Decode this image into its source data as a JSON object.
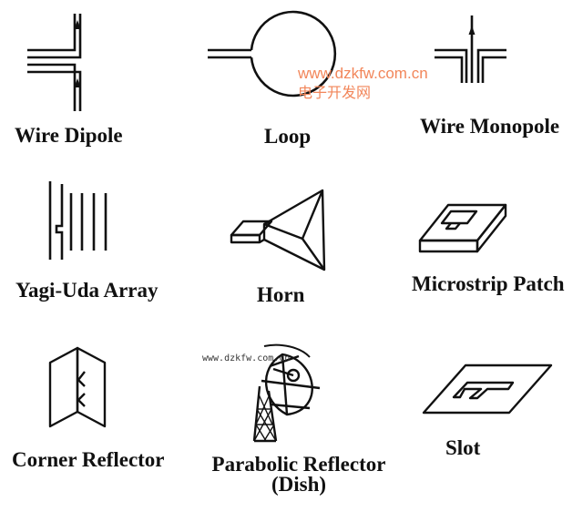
{
  "antennas": [
    {
      "id": "wire-dipole",
      "label": "Wire Dipole"
    },
    {
      "id": "loop",
      "label": "Loop"
    },
    {
      "id": "wire-monopole",
      "label": "Wire Monopole"
    },
    {
      "id": "yagi-uda",
      "label": "Yagi-Uda Array"
    },
    {
      "id": "horn",
      "label": "Horn"
    },
    {
      "id": "microstrip-patch",
      "label": "Microstrip Patch"
    },
    {
      "id": "corner-reflector",
      "label": "Corner Reflector"
    },
    {
      "id": "parabolic-reflector",
      "label": "Parabolic Reflector",
      "label_line2": "(Dish)"
    },
    {
      "id": "slot",
      "label": "Slot"
    }
  ],
  "watermarks": {
    "url_main": "www.dzkfw.com.cn",
    "name_cn": "电子开发网",
    "url_small": "www.dzkfw.com.cn"
  },
  "colors": {
    "line": "#111111",
    "watermark": "#f2865a"
  }
}
